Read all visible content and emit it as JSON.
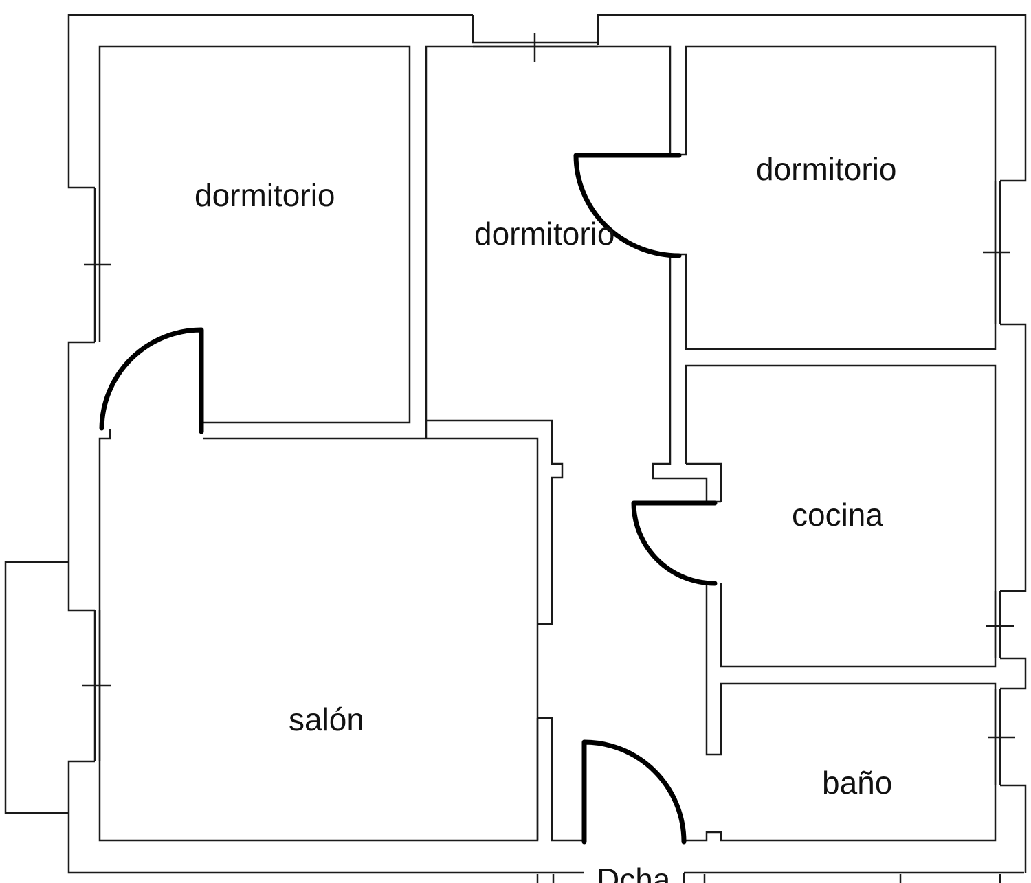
{
  "rooms": {
    "bedroom_left": "dormitorio",
    "bedroom_center": "dormitorio",
    "bedroom_right": "dormitorio",
    "kitchen": "cocina",
    "living_room": "salón",
    "bathroom": "baño"
  },
  "entrance": "Dcha"
}
